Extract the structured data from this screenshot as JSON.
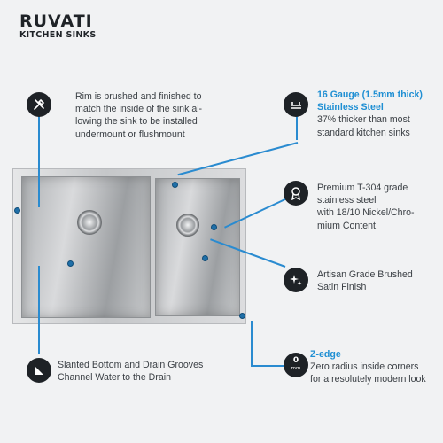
{
  "brand": {
    "name": "RUVATI",
    "subtitle": "KITCHEN SINKS"
  },
  "colors": {
    "accent": "#1f8fd3",
    "icon_bg": "#1e2226",
    "leader_line": "#2a8bd0"
  },
  "callouts": {
    "rim": {
      "icon": "tools-icon",
      "lines": [
        "Rim is brushed and finished to",
        "match the inside of the sink al-",
        "lowing the sink to be installed",
        "undermount or flushmount"
      ]
    },
    "gauge": {
      "icon": "thickness-gauge-icon",
      "highlight_lines": [
        "16 Gauge (1.5mm thick)",
        "Stainless Steel"
      ],
      "lines": [
        "37% thicker than most",
        "standard kitchen sinks"
      ]
    },
    "steel": {
      "icon": "quality-badge-icon",
      "lines": [
        "Premium T-304 grade",
        "stainless steel",
        "with 18/10 Nickel/Chro-",
        "mium Content."
      ]
    },
    "finish": {
      "icon": "sparkle-icon",
      "lines": [
        "Artisan Grade Brushed",
        "Satin Finish"
      ]
    },
    "zedge": {
      "icon": "zero-radius-icon",
      "icon_text": "0",
      "icon_subtext": "mm",
      "highlight_lines": [
        "Z-edge"
      ],
      "lines": [
        "Zero radius inside corners",
        "for a resolutely modern look"
      ]
    },
    "slanted": {
      "icon": "slanted-bottom-icon",
      "lines": [
        "Slanted Bottom and Drain Grooves",
        "Channel Water to the Drain"
      ]
    }
  }
}
